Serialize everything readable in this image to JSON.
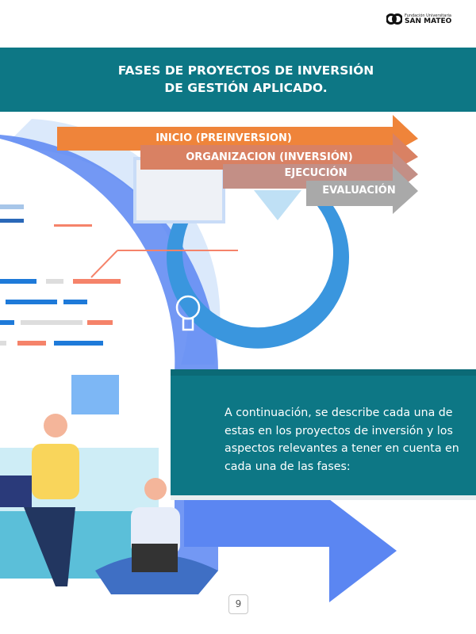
{
  "logo": {
    "line1": "Fundación Universitaria",
    "line2": "SAN MATEO"
  },
  "header": {
    "title_line1": "FASES DE PROYECTOS DE INVERSIÓN",
    "title_line2": "DE GESTIÓN APLICADO."
  },
  "phases": [
    {
      "label": "INICIO (PREINVERSION)",
      "color": "#ef843a"
    },
    {
      "label": "ORGANIZACION (INVERSIÓN)",
      "color": "#d98163"
    },
    {
      "label": "EJECUCIÓN",
      "color": "#c38f86"
    },
    {
      "label": "EVALUACIÓN",
      "color": "#a9a9a9"
    }
  ],
  "description": "A continuación, se describe cada una de estas en los proyectos de inversión y los aspectos relevantes a tener en cuenta en cada una de las fases:",
  "page_number": "9"
}
